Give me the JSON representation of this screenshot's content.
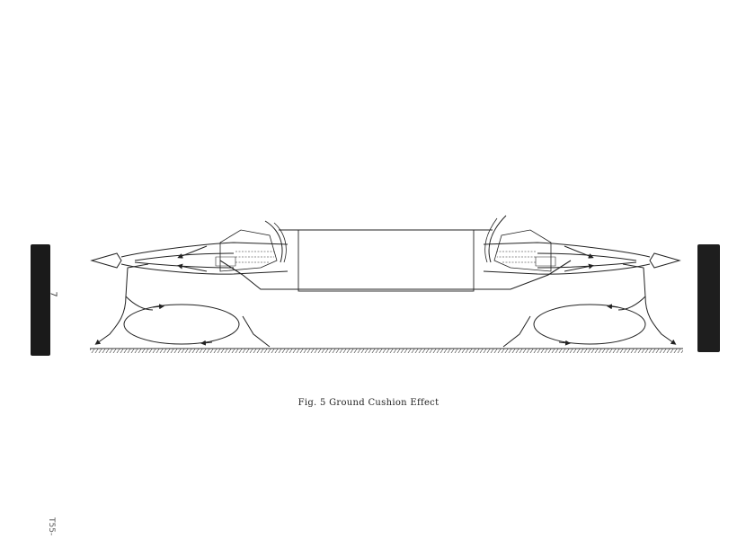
{
  "figure": {
    "caption": "Fig. 5 Ground Cushion Effect"
  },
  "page": {
    "number": "7",
    "code": "T55-"
  },
  "colors": {
    "ink": "#222222",
    "background": "#ffffff"
  }
}
